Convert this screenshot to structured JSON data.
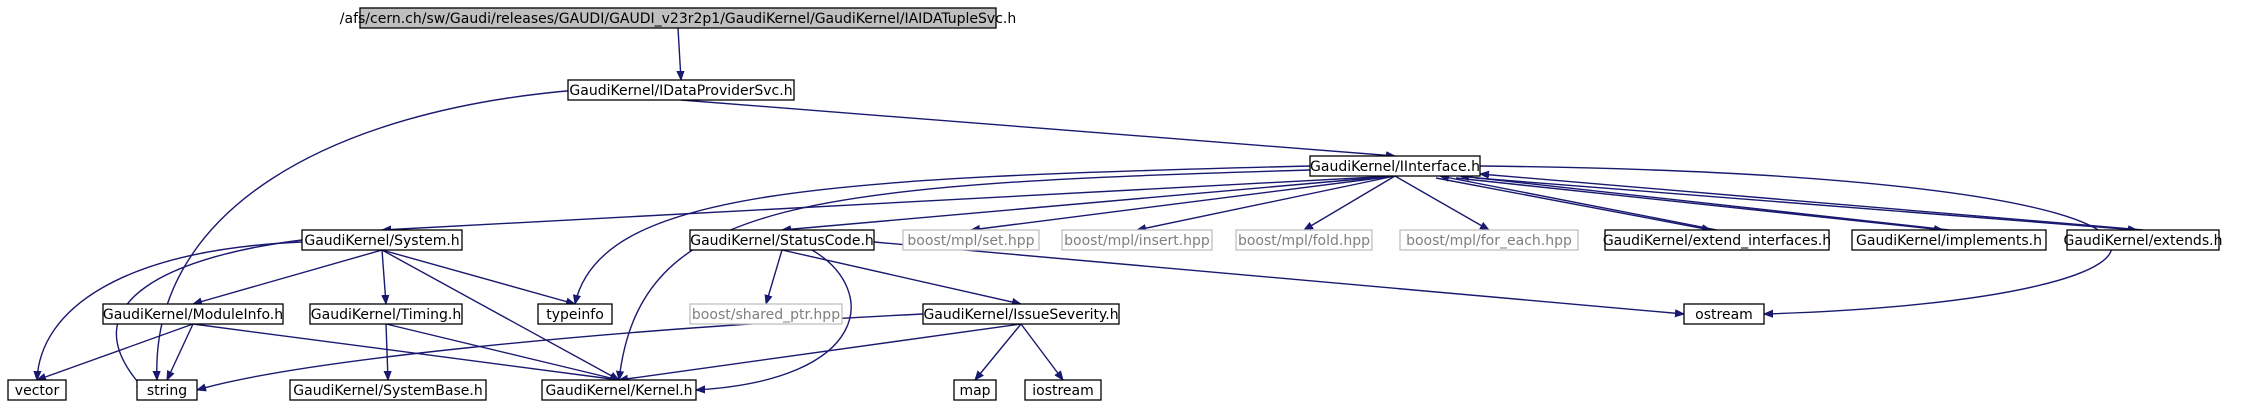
{
  "diagram": {
    "nodes": [
      {
        "id": "root",
        "label": "/afs/cern.ch/sw/Gaudi/releases/GAUDI/GAUDI_v23r2p1/GaudiKernel/GaudiKernel/IAIDATupleSvc.h",
        "style": "root"
      },
      {
        "id": "idp",
        "label": "GaudiKernel/IDataProviderSvc.h",
        "style": "normal"
      },
      {
        "id": "iint",
        "label": "GaudiKernel/IInterface.h",
        "style": "normal"
      },
      {
        "id": "sys",
        "label": "GaudiKernel/System.h",
        "style": "normal"
      },
      {
        "id": "sc",
        "label": "GaudiKernel/StatusCode.h",
        "style": "normal"
      },
      {
        "id": "mplset",
        "label": "boost/mpl/set.hpp",
        "style": "external"
      },
      {
        "id": "mplins",
        "label": "boost/mpl/insert.hpp",
        "style": "external"
      },
      {
        "id": "mplfold",
        "label": "boost/mpl/fold.hpp",
        "style": "external"
      },
      {
        "id": "mplfe",
        "label": "boost/mpl/for_each.hpp",
        "style": "external"
      },
      {
        "id": "extif",
        "label": "GaudiKernel/extend_interfaces.h",
        "style": "normal"
      },
      {
        "id": "impl",
        "label": "GaudiKernel/implements.h",
        "style": "normal"
      },
      {
        "id": "extends",
        "label": "GaudiKernel/extends.h",
        "style": "normal"
      },
      {
        "id": "modinfo",
        "label": "GaudiKernel/ModuleInfo.h",
        "style": "normal"
      },
      {
        "id": "timing",
        "label": "GaudiKernel/Timing.h",
        "style": "normal"
      },
      {
        "id": "typeinfo",
        "label": "typeinfo",
        "style": "normal"
      },
      {
        "id": "sharedptr",
        "label": "boost/shared_ptr.hpp",
        "style": "external"
      },
      {
        "id": "issue",
        "label": "GaudiKernel/IssueSeverity.h",
        "style": "normal"
      },
      {
        "id": "ostream",
        "label": "ostream",
        "style": "normal"
      },
      {
        "id": "vector",
        "label": "vector",
        "style": "normal"
      },
      {
        "id": "string",
        "label": "string",
        "style": "normal"
      },
      {
        "id": "sysbase",
        "label": "GaudiKernel/SystemBase.h",
        "style": "normal"
      },
      {
        "id": "kernel",
        "label": "GaudiKernel/Kernel.h",
        "style": "normal"
      },
      {
        "id": "map",
        "label": "map",
        "style": "normal"
      },
      {
        "id": "iostream",
        "label": "iostream",
        "style": "normal"
      }
    ],
    "edges": [
      [
        "root",
        "idp"
      ],
      [
        "idp",
        "iint"
      ],
      [
        "idp",
        "string"
      ],
      [
        "iint",
        "sys"
      ],
      [
        "iint",
        "typeinfo"
      ],
      [
        "iint",
        "kernel"
      ],
      [
        "iint",
        "sc"
      ],
      [
        "iint",
        "mplset"
      ],
      [
        "iint",
        "mplins"
      ],
      [
        "iint",
        "mplfold"
      ],
      [
        "iint",
        "mplfe"
      ],
      [
        "iint",
        "ostream"
      ],
      [
        "extif",
        "iint"
      ],
      [
        "impl",
        "iint"
      ],
      [
        "extends",
        "iint"
      ],
      [
        "iint",
        "extif"
      ],
      [
        "iint",
        "impl"
      ],
      [
        "iint",
        "extends"
      ],
      [
        "sys",
        "modinfo"
      ],
      [
        "sys",
        "timing"
      ],
      [
        "sys",
        "typeinfo"
      ],
      [
        "sys",
        "kernel"
      ],
      [
        "sys",
        "string"
      ],
      [
        "sys",
        "vector"
      ],
      [
        "modinfo",
        "string"
      ],
      [
        "modinfo",
        "vector"
      ],
      [
        "modinfo",
        "kernel"
      ],
      [
        "timing",
        "sysbase"
      ],
      [
        "timing",
        "kernel"
      ],
      [
        "sc",
        "sharedptr"
      ],
      [
        "sc",
        "issue"
      ],
      [
        "sc",
        "kernel"
      ],
      [
        "sc",
        "ostream"
      ],
      [
        "issue",
        "string"
      ],
      [
        "issue",
        "kernel"
      ],
      [
        "issue",
        "map"
      ],
      [
        "issue",
        "iostream"
      ]
    ]
  }
}
